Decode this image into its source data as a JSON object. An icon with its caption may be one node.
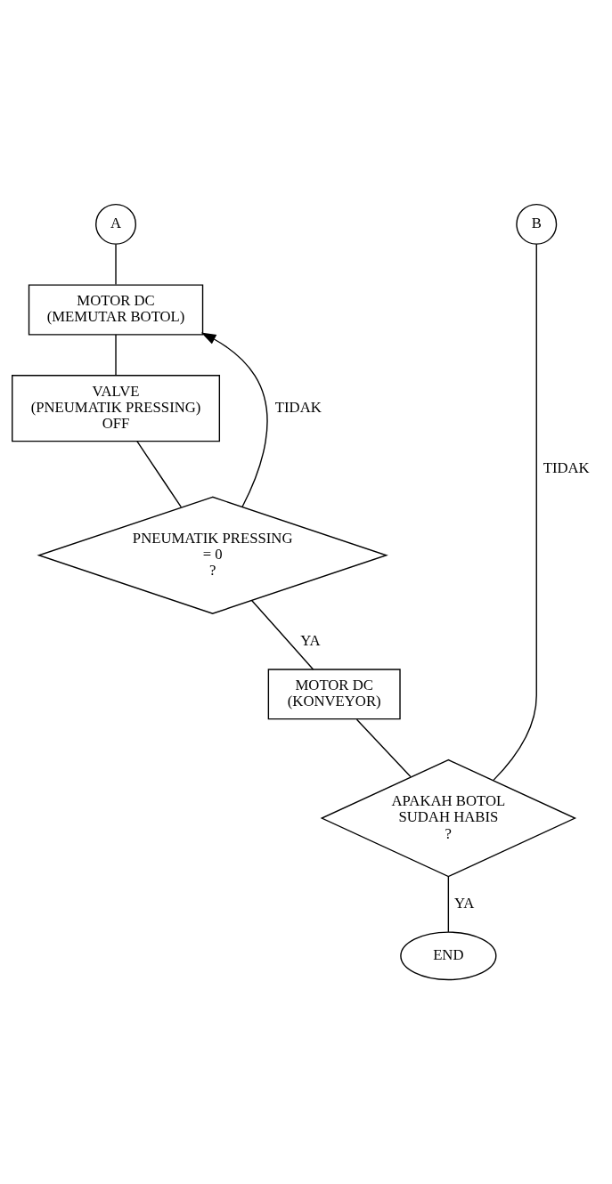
{
  "diagram": {
    "nodes": [
      {
        "text": [
          "A"
        ]
      },
      {
        "text": [
          "B"
        ]
      },
      {
        "text": [
          "MOTOR DC (MEMUTAR BOTOL)"
        ]
      },
      {
        "text": [
          "VALVE (PNEUMATIK PRESSING) OFF"
        ]
      },
      {
        "text": [
          "PNEUMATIK PRESSING = 0 ?"
        ]
      },
      {
        "text": [
          "MOTOR DC (KONVEYOR)"
        ]
      },
      {
        "text": [
          "APAKAH BOTOL SUDAH HABIS ?"
        ]
      },
      {
        "text": [
          "END"
        ]
      }
    ],
    "edges": [
      {
        "from": 0,
        "to": 2,
        "arrow": "none"
      },
      {
        "from": 2,
        "to": 3,
        "arrow": "none"
      },
      {
        "from": 3,
        "to": 4,
        "arrow": "none"
      },
      {
        "from": 4,
        "to": 2,
        "arrow": "to",
        "label": "TIDAK"
      },
      {
        "from": 4,
        "to": 5,
        "arrow": "none",
        "label": "YA"
      },
      {
        "from": 5,
        "to": 6,
        "arrow": "none"
      },
      {
        "from": 6,
        "to": 1,
        "arrow": "none",
        "label": "TIDAK"
      },
      {
        "from": 6,
        "to": 7,
        "arrow": "none",
        "label": "YA"
      }
    ]
  }
}
